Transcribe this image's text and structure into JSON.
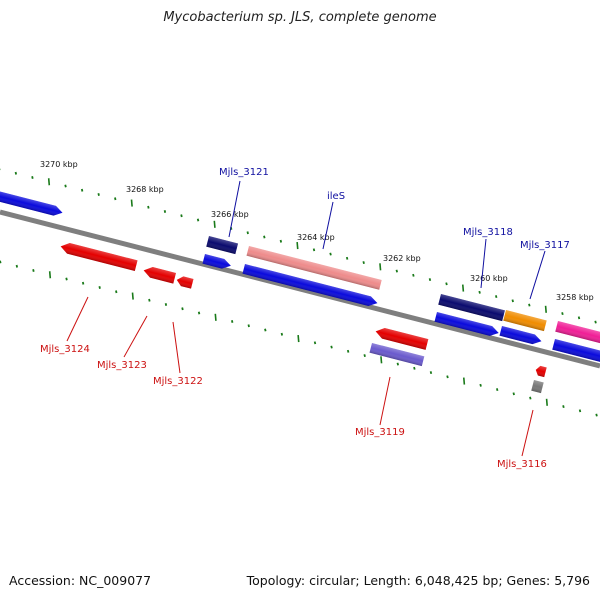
{
  "title": "Mycobacterium sp. JLS, complete genome",
  "footer": {
    "accession": "Accession: NC_009077",
    "summary": "Topology: circular; Length: 6,048,425 bp; Genes: 5,796"
  },
  "colors": {
    "backbone": "#7f7f7f",
    "tick": "#1a7a1a",
    "forward_label": "#1010a0",
    "reverse_label": "#cc1111",
    "blue": "#0a0adc",
    "navy": "#0a0a6e",
    "red": "#e40000",
    "salmon": "#ee8b8b",
    "orange": "#f08c00",
    "pink": "#f01e96",
    "purple": "#6a5acd",
    "gray": "#777777"
  },
  "ticks": [
    "3270 kbp",
    "3268 kbp",
    "3266 kbp",
    "3264 kbp",
    "3262 kbp",
    "3260 kbp",
    "3258 kbp"
  ],
  "gene_labels": {
    "top": [
      "Mjls_3121",
      "ileS",
      "Mjls_3118",
      "Mjls_3117"
    ],
    "bottom": [
      "Mjls_3124",
      "Mjls_3123",
      "Mjls_3122",
      "Mjls_3119",
      "Mjls_3116"
    ]
  }
}
